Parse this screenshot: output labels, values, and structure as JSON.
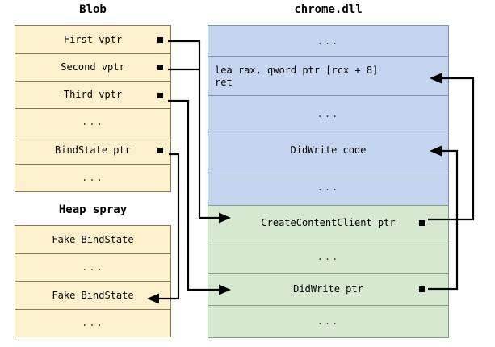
{
  "diagram": {
    "title_blob": "Blob",
    "title_heap": "Heap spray",
    "title_chrome": "chrome.dll",
    "ellipsis": "...",
    "colors": {
      "blob_fill": "#fdf1cd",
      "blob_border": "#8a7a52",
      "code_fill": "#c5d4ef",
      "code_border": "#7a90b8",
      "data_fill": "#d6e8cf",
      "data_border": "#7fa07f",
      "wire": "#000000"
    }
  },
  "blob": {
    "label": "Blob",
    "rows": [
      {
        "text": "First vptr",
        "marker": true
      },
      {
        "text": "Second vptr",
        "marker": true
      },
      {
        "text": "Third vptr",
        "marker": true
      },
      {
        "text": "...",
        "marker": false
      },
      {
        "text": "BindState ptr",
        "marker": true
      },
      {
        "text": "...",
        "marker": false
      }
    ]
  },
  "heap_spray": {
    "label": "Heap spray",
    "rows": [
      {
        "text": "Fake BindState",
        "marker": false
      },
      {
        "text": "...",
        "marker": false
      },
      {
        "text": "Fake BindState",
        "marker": false
      },
      {
        "text": "...",
        "marker": false
      }
    ]
  },
  "chrome_dll": {
    "label": "chrome.dll",
    "rows": [
      {
        "text": "...",
        "section": "code",
        "marker": false,
        "align": "center"
      },
      {
        "text": "lea rax, qword ptr [rcx + 8]\nret",
        "section": "code",
        "marker": false,
        "align": "left"
      },
      {
        "text": "...",
        "section": "code",
        "marker": false,
        "align": "center"
      },
      {
        "text": "DidWrite code",
        "section": "code",
        "marker": false,
        "align": "center"
      },
      {
        "text": "...",
        "section": "code",
        "marker": false,
        "align": "center"
      },
      {
        "text": "CreateContentClient ptr",
        "section": "data",
        "marker": true,
        "align": "center"
      },
      {
        "text": "...",
        "section": "data",
        "marker": false,
        "align": "center"
      },
      {
        "text": "DidWrite ptr",
        "section": "data",
        "marker": true,
        "align": "center"
      },
      {
        "text": "...",
        "section": "data",
        "marker": false,
        "align": "center"
      }
    ]
  },
  "connections": [
    {
      "name": "first-vptr-to-createcontentclient-ptr",
      "from": "blob.rows.0",
      "to": "chrome_dll.rows.5"
    },
    {
      "name": "second-vptr-to-createcontentclient-ptr",
      "from": "blob.rows.1",
      "to": "chrome_dll.rows.5"
    },
    {
      "name": "third-vptr-to-didwrite-ptr",
      "from": "blob.rows.2",
      "to": "chrome_dll.rows.7"
    },
    {
      "name": "bindstate-ptr-to-fake-bindstate",
      "from": "blob.rows.4",
      "to": "heap_spray.rows.2"
    },
    {
      "name": "createcontentclient-ptr-to-lea-ret-gadget",
      "from": "chrome_dll.rows.5",
      "to": "chrome_dll.rows.1"
    },
    {
      "name": "didwrite-ptr-to-didwrite-code",
      "from": "chrome_dll.rows.7",
      "to": "chrome_dll.rows.3"
    }
  ]
}
